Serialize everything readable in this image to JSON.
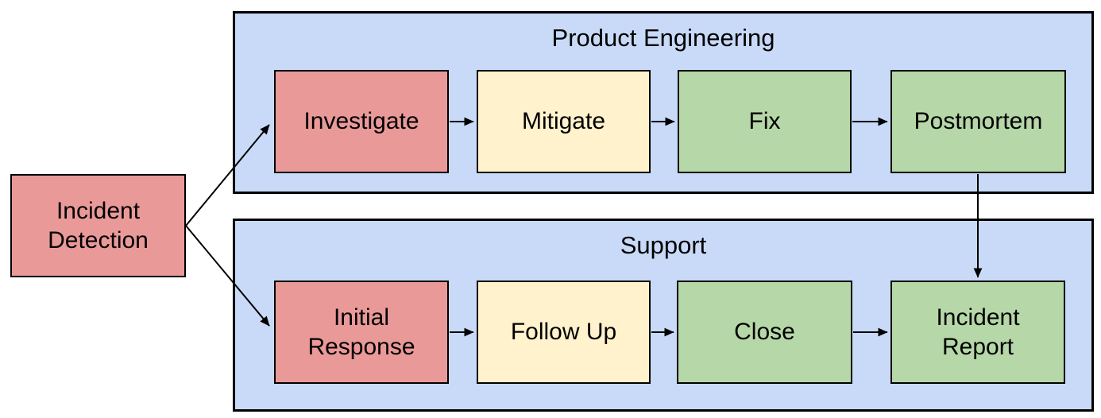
{
  "diagram": {
    "groups": {
      "product_engineering": {
        "title": "Product Engineering"
      },
      "support": {
        "title": "Support"
      }
    },
    "nodes": {
      "incident_detection": {
        "label": "Incident\nDetection",
        "fill": "#ea9999",
        "group": null
      },
      "investigate": {
        "label": "Investigate",
        "fill": "#ea9999",
        "group": "Product Engineering"
      },
      "mitigate": {
        "label": "Mitigate",
        "fill": "#fff2cc",
        "group": "Product Engineering"
      },
      "fix": {
        "label": "Fix",
        "fill": "#b6d7a8",
        "group": "Product Engineering"
      },
      "postmortem": {
        "label": "Postmortem",
        "fill": "#b6d7a8",
        "group": "Product Engineering"
      },
      "initial_response": {
        "label": "Initial\nResponse",
        "fill": "#ea9999",
        "group": "Support"
      },
      "follow_up": {
        "label": "Follow Up",
        "fill": "#fff2cc",
        "group": "Support"
      },
      "close": {
        "label": "Close",
        "fill": "#b6d7a8",
        "group": "Support"
      },
      "incident_report": {
        "label": "Incident\nReport",
        "fill": "#b6d7a8",
        "group": "Support"
      }
    },
    "edges": [
      {
        "from": "incident_detection",
        "to": "investigate"
      },
      {
        "from": "incident_detection",
        "to": "initial_response"
      },
      {
        "from": "investigate",
        "to": "mitigate"
      },
      {
        "from": "mitigate",
        "to": "fix"
      },
      {
        "from": "fix",
        "to": "postmortem"
      },
      {
        "from": "postmortem",
        "to": "incident_report"
      },
      {
        "from": "initial_response",
        "to": "follow_up"
      },
      {
        "from": "follow_up",
        "to": "close"
      },
      {
        "from": "close",
        "to": "incident_report"
      }
    ],
    "colors": {
      "group_fill": "#c9daf8",
      "node_red": "#ea9999",
      "node_yellow": "#fff2cc",
      "node_green": "#b6d7a8",
      "border": "#000000",
      "arrow": "#000000"
    }
  }
}
